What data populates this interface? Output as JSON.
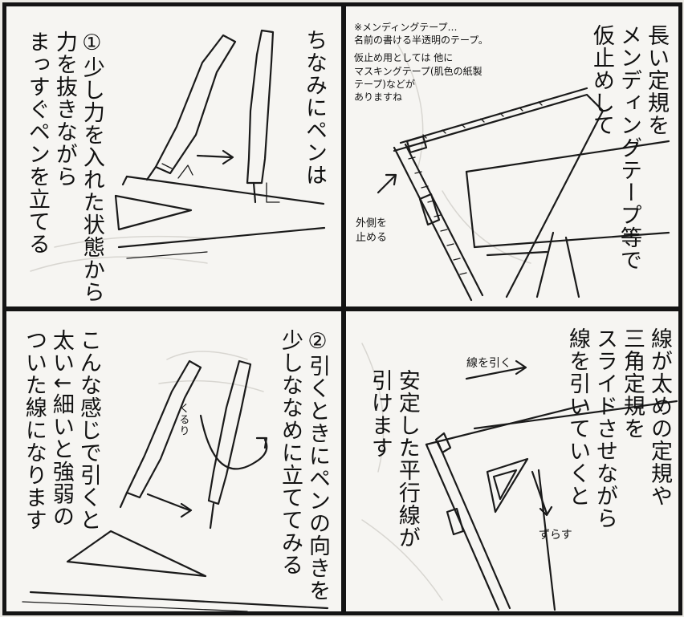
{
  "panels": {
    "p1": {
      "heading": "ちなみにペンは",
      "col1": "①少し力を入れた状態から",
      "col2": "力を抜きながら",
      "col3": "まっすぐペンを立てる"
    },
    "p2": {
      "col1": "長い定規を",
      "col2": "メンディングテープ等で",
      "col3": "仮止めして",
      "note_lines": [
        "※メンディングテープ…",
        "名前の書ける半透明のテープ。",
        "仮止め用としては 他に",
        "マスキングテープ(肌色の紙製",
        "テープ)などが",
        "ありますね"
      ],
      "side_note_1": "外側を",
      "side_note_2": "止める"
    },
    "p3": {
      "head1": "②引くときにペンの向きを",
      "head2": "少しななめに立ててみる",
      "col1": "こんな感じで引くと",
      "col2": "太い↓細いと強弱の",
      "col3": "ついた線になります",
      "sfx": "くるり"
    },
    "p4": {
      "col1": "線が太めの定規や",
      "col2": "三角定規を",
      "col3": "スライドさせながら",
      "col4": "線を引いていくと",
      "col5": "安定した平行線が",
      "col6": "引けます",
      "label_draw": "線を引く",
      "label_slide": "ずらす"
    }
  }
}
